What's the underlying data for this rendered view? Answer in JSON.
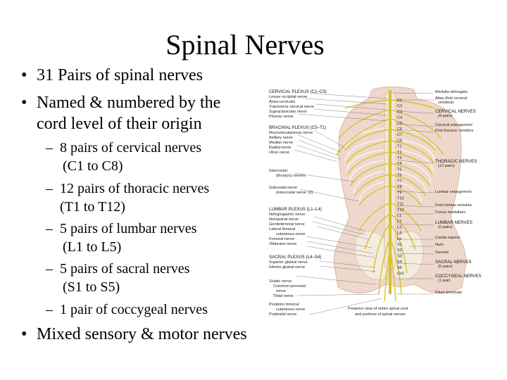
{
  "title": "Spinal Nerves",
  "bullets": [
    {
      "text": "31 Pairs of spinal nerves"
    },
    {
      "text": "Named & numbered by the",
      "cont": "cord level of their origin"
    }
  ],
  "sub_bullets": [
    {
      "text": "8 pairs of cervical nerves",
      "cont": "(C1 to C8)"
    },
    {
      "text": "12 pairs of thoracic nerves",
      "cont": "(T1 to T12)"
    },
    {
      "text": "5 pairs of lumbar nerves",
      "cont": "(L1 to L5)"
    },
    {
      "text": "5 pairs of sacral nerves",
      "cont": "(S1 to S5)"
    },
    {
      "text": "1 pair of coccygeal nerves",
      "cont": ""
    }
  ],
  "last_bullet": "Mixed sensory & motor nerves",
  "figure": {
    "left_labels": [
      "CERVICAL PLEXUS (C1–C5)",
      "Lesser occipital nerve",
      "Ansa cervicalis",
      "Transverse cervical nerve",
      "Supraclavicular nerve",
      "Phrenic nerve",
      "BRACHIAL PLEXUS (C5–T1)",
      "Musculocutaneous nerve",
      "Axillary nerve",
      "Median nerve",
      "Radial nerve",
      "Ulnar nerve",
      "Intercostal",
      "(thoracic) nerves",
      "Subcostal nerve",
      "(intercostal nerve 12)",
      "LUMBAR PLEXUS (L1–L4)",
      "Iliohypogastric nerve",
      "Ilioinguinal nerve",
      "Genitofemoral nerve",
      "Lateral femoral",
      "cutaneous nerve",
      "Femoral nerve",
      "Obturator nerve",
      "SACRAL PLEXUS (L4–S4)",
      "Superior gluteal nerve",
      "Inferior gluteal nerve",
      "Sciatic nerve:",
      "Common peroneal",
      "nerve",
      "Tibial nerve",
      "Posterior femoral",
      "cutaneous nerve",
      "Pudendal nerve"
    ],
    "right_labels": [
      "Medulla oblongata",
      "Atlas (first cervical",
      "vertebra)",
      "CERVICAL NERVES",
      "(8 pairs)",
      "Cervical enlargement",
      "First thoracic vertebra",
      "THORACIC NERVES",
      "(12 pairs)",
      "Lumbar enlargement",
      "First lumbar vertebra",
      "Conus medullaris",
      "LUMBAR NERVES",
      "(5 pairs)",
      "Cauda equina",
      "Ilium",
      "Sacrum",
      "SACRAL NERVES",
      "(5 pairs)",
      "COCCYGEAL NERVES",
      "(1 pair)",
      "Filum terminale"
    ],
    "level_labels": [
      "C1",
      "C2",
      "C3",
      "C4",
      "C5",
      "C6",
      "C7",
      "C8",
      "T1",
      "T2",
      "T3",
      "T4",
      "T5",
      "T6",
      "T7",
      "T8",
      "T9",
      "T10",
      "T11",
      "T12",
      "L1",
      "L2",
      "L3",
      "L4",
      "L5",
      "S1",
      "S2",
      "S3",
      "S4",
      "S5",
      "Co1"
    ],
    "caption_line1": "Posterior view of entire spinal cord",
    "caption_line2": "and portions of spinal nerves"
  },
  "colors": {
    "nerve": "#d8c22a",
    "skin": "#eed8cc",
    "bone": "#f4ece0"
  }
}
